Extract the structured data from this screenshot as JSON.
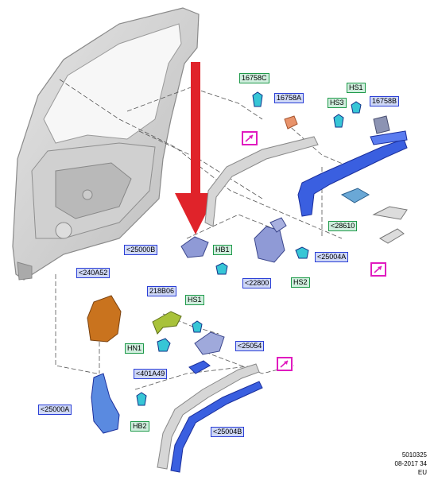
{
  "labels": {
    "l16758C": "16758C",
    "l16758A": "16758A",
    "lHS1a": "HS1",
    "lHS3": "HS3",
    "l16758B": "16758B",
    "l25000B": "<25000B",
    "lHB1": "HB1",
    "l22800": "<22800",
    "lHS2": "HS2",
    "l28610": "<28610",
    "l25004A": "<25004A",
    "l240A52": "<240A52",
    "l218B06": "218B06",
    "lHS1b": "HS1",
    "lHN1": "HN1",
    "l25054": "<25054",
    "l401A49": "<401A49",
    "l25000A": "<25000A",
    "lHB2": "HB2",
    "l25004B": "<25004B"
  },
  "footer": {
    "code": "5010325",
    "date": "08-2017 34",
    "region": "EU"
  },
  "colors": {
    "label_blue_border": "#2b3fd6",
    "label_green_border": "#1f9a4a",
    "callout_magenta": "#e01bbf",
    "highlight_arrow": "#e0232a",
    "part_blue": "#3a5fe0",
    "part_orange": "#c9731e",
    "part_green": "#a8c23a",
    "fastener_cyan": "#37c6d6"
  },
  "icons": [
    "red-pointer-arrow-icon",
    "callout-arrow-icon"
  ]
}
